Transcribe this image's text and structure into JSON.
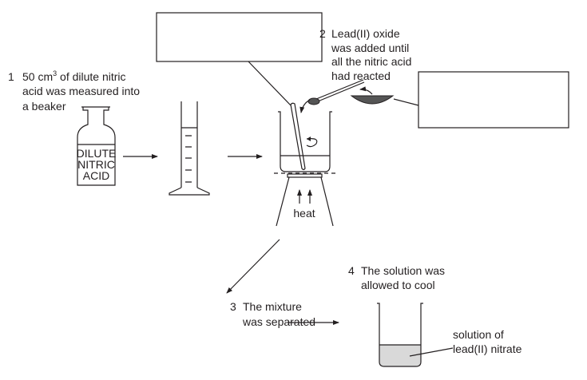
{
  "step1": {
    "number": "1",
    "lines": [
      "50 cm",
      "3",
      " of dilute nitric",
      "acid was measured into",
      "a beaker"
    ]
  },
  "bottle_label": [
    "DILUTE",
    "NITRIC",
    "ACID"
  ],
  "step2": {
    "number": "2",
    "lines": [
      "Lead(II) oxide",
      "was added until",
      "all the nitric acid",
      "had reacted"
    ]
  },
  "heat_label": "heat",
  "step3": {
    "number": "3",
    "lines": [
      "The mixture",
      "was separated"
    ]
  },
  "step4": {
    "number": "4",
    "lines": [
      "The solution was",
      "allowed to cool"
    ]
  },
  "solution_label": [
    "solution of",
    "lead(II) nitrate"
  ],
  "colors": {
    "ink": "#231f20",
    "solution": "#d9d9d9",
    "solid": "#555555"
  }
}
